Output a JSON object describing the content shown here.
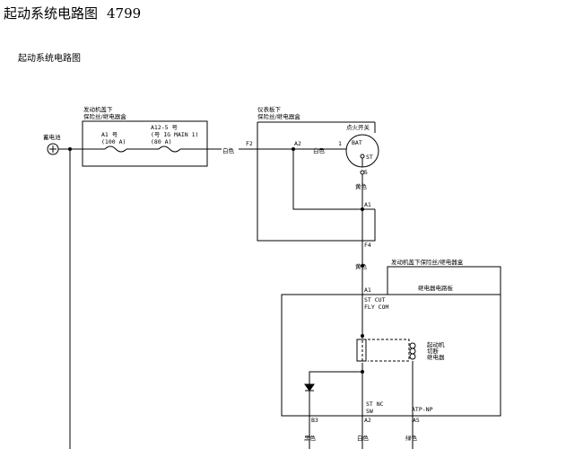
{
  "header": {
    "title": "起动系统电路图",
    "number": "4799"
  },
  "diagram": {
    "section_title": "起动系统电路图",
    "battery": "蓄电池",
    "fuse_box_under_hood": [
      "发动机盖下",
      "保险丝/继电器盒"
    ],
    "fuse_a1": [
      "A1 号",
      "(100 A)"
    ],
    "fuse_a12": [
      "A12-5 号",
      "(号 IG MAIN 1)",
      "(80 A)"
    ],
    "wire_white": "白色",
    "fuse_box_dash": [
      "仪表板下",
      "保险丝/继电器盒"
    ],
    "pin_f2": "F2",
    "pin_a2_dash": "A2",
    "wire_white_2": "白色",
    "ignition_switch": "点火开关",
    "switch_pin_1": "1",
    "switch_pos_bat": "BAT",
    "switch_pos_st": "ST",
    "switch_pin_5": "5",
    "wire_yellow_1": "黄色",
    "pin_a1_dash": "A1",
    "pin_f4": "F4",
    "wire_yellow_2": "黄色",
    "relay_box_title": "发动机盖下保险丝/继电器盒",
    "relay_board": "继电器电路板",
    "pin_a1_relay": "A1",
    "st_cut_label": "ST CUT",
    "fly_com_label": "FLY COM",
    "starter_relay": [
      "起动机",
      "切断",
      "继电器"
    ],
    "st_nc_label": "ST NC",
    "sw_label": "SW",
    "atp_np_label": "ATP-NP",
    "pin_b3": "B3",
    "pin_a2_relay": "A2",
    "pin_a5": "A5",
    "bottom_wires": [
      "黑色",
      "白色",
      "绿色"
    ]
  }
}
